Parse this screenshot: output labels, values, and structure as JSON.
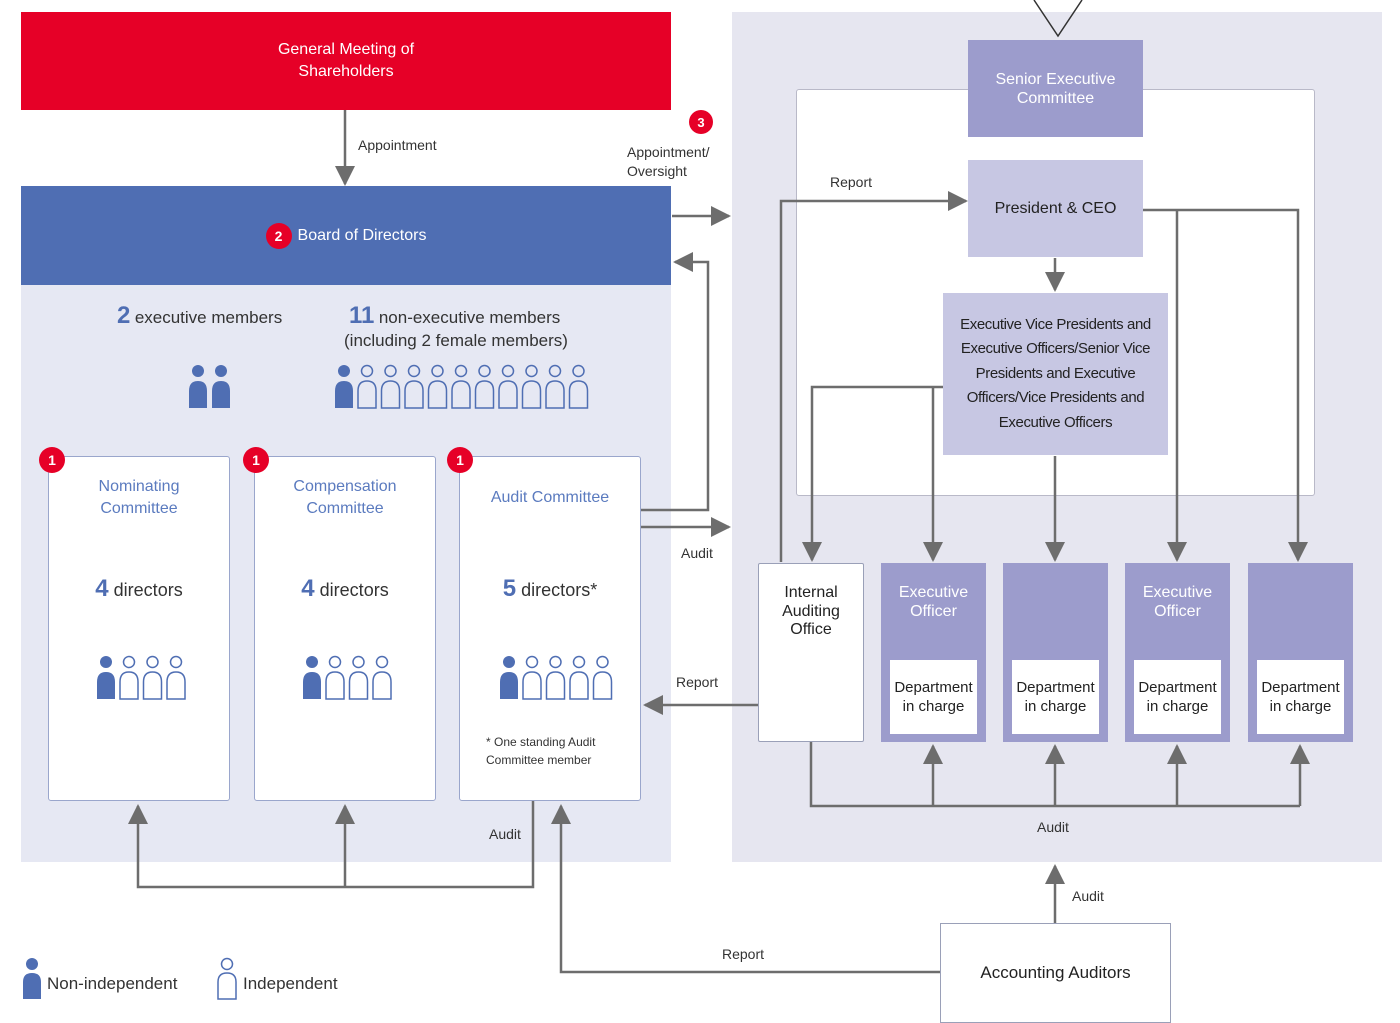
{
  "gms": {
    "title": "General Meeting of Shareholders"
  },
  "board": {
    "badge": "2",
    "title": "Board of Directors",
    "exec_count": "2",
    "exec_label": "executive members",
    "nonexec_count": "11",
    "nonexec_label": "non-executive members",
    "nonexec_sub": "(including 2 female members)"
  },
  "committees": [
    {
      "badge": "1",
      "title": "Nominating Committee",
      "count": "4",
      "label": "directors"
    },
    {
      "badge": "1",
      "title": "Compensation Committee",
      "count": "4",
      "label": "directors"
    },
    {
      "badge": "1",
      "title": "Audit Committee",
      "count": "5",
      "label": "directors*",
      "note": "* One standing Audit Committee member"
    }
  ],
  "exec": {
    "badge3": "3",
    "senior": "Senior Executive Committee",
    "ceo": "President & CEO",
    "evp": "Executive Vice Presidents and Executive Officers/Senior Vice Presidents and Executive Officers/Vice Presidents and Executive Officers",
    "internal_audit": "Internal Auditing Office",
    "officers": [
      {
        "title": "Executive Officer",
        "dept": "Department in charge"
      },
      {
        "title": "",
        "dept": "Department in charge"
      },
      {
        "title": "Executive Officer",
        "dept": "Department in charge"
      },
      {
        "title": "",
        "dept": "Department in charge"
      }
    ],
    "accounting": "Accounting Auditors"
  },
  "labels": {
    "appointment": "Appointment",
    "appointment_oversight_1": "Appointment/",
    "appointment_oversight_2": "Oversight",
    "report_ceo": "Report",
    "report_internal": "Report",
    "report_accounting": "Report",
    "audit_right": "Audit",
    "audit_committees": "Audit",
    "audit_depts": "Audit",
    "audit_accounting": "Audit"
  },
  "legend": {
    "non_independent": "Non-independent",
    "independent": "Independent"
  },
  "colors": {
    "red": "#e60027",
    "board_blue": "#4f6eb3",
    "purple": "#9c9ccc",
    "light_purple": "#c7c7e3",
    "line": "#6d6d6d"
  }
}
